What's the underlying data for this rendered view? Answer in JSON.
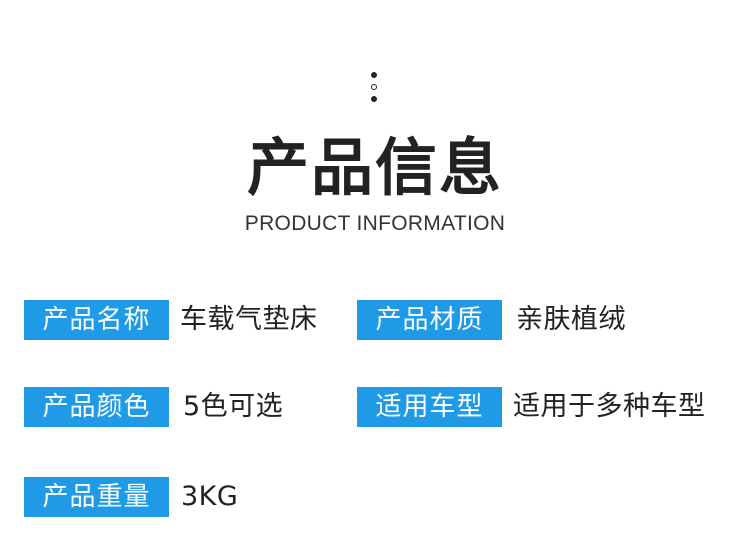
{
  "header": {
    "title": "产品信息",
    "subtitle": "PRODUCT INFORMATION",
    "accent_color": "#1f9ae6"
  },
  "specs": [
    {
      "label": "产品名称",
      "value": "车载气垫床"
    },
    {
      "label": "产品材质",
      "value": "亲肤植绒"
    },
    {
      "label": "产品颜色",
      "value": "5色可选"
    },
    {
      "label": "适用车型",
      "value": "适用于多种车型"
    },
    {
      "label": "产品重量",
      "value": "3KG"
    }
  ]
}
